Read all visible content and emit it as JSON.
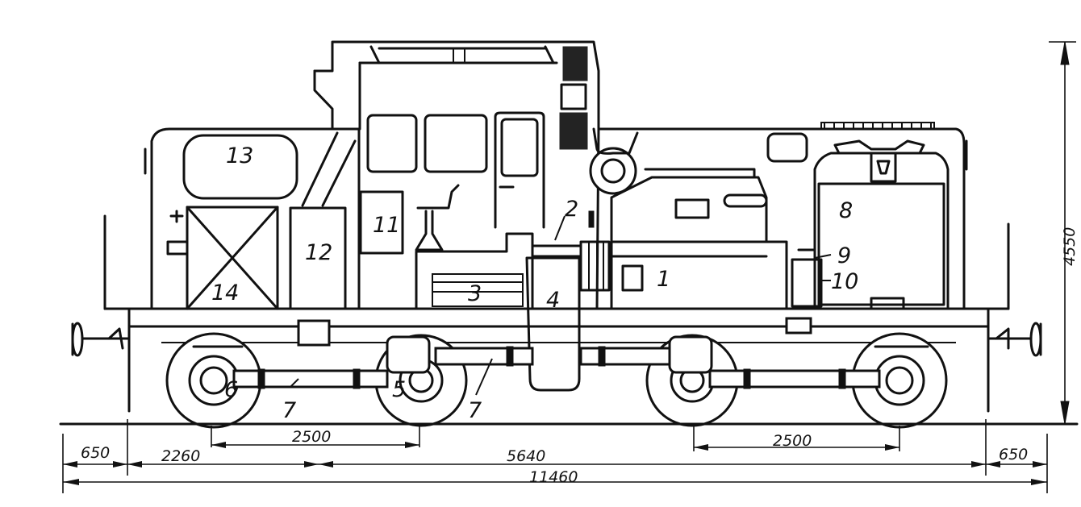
{
  "labels": {
    "p1": "1",
    "p2": "2",
    "p3": "3",
    "p4": "4",
    "p5": "5",
    "p6": "6",
    "p7a": "7",
    "p7b": "7",
    "p8": "8",
    "p9": "9",
    "p10": "10",
    "p11": "11",
    "p12": "12",
    "p13": "13",
    "p14": "14"
  },
  "dimensions": {
    "d650_left": "650",
    "d2260": "2260",
    "d2500_left": "2500",
    "d5640": "5640",
    "d2500_right": "2500",
    "d650_right": "650",
    "d11460": "11460",
    "d4550": "4550"
  }
}
